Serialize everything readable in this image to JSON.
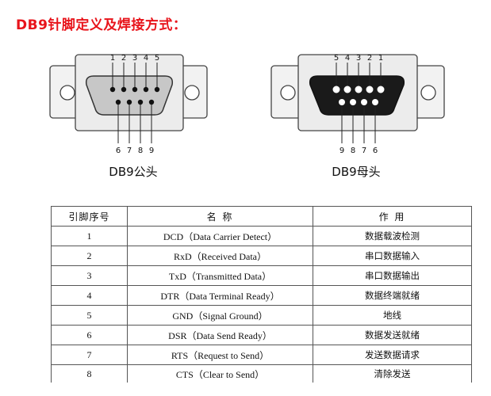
{
  "title": "DB9针脚定义及焊接方式：",
  "male": {
    "caption": "DB9公头",
    "top_pins": [
      "1",
      "2",
      "3",
      "4",
      "5"
    ],
    "bottom_pins": [
      "6",
      "7",
      "8",
      "9"
    ]
  },
  "female": {
    "caption": "DB9母头",
    "top_pins": [
      "5",
      "4",
      "3",
      "2",
      "1"
    ],
    "bottom_pins": [
      "9",
      "8",
      "7",
      "6"
    ]
  },
  "table": {
    "headers": [
      "引脚序号",
      "名 称",
      "作 用"
    ],
    "rows": [
      {
        "pin": "1",
        "name": "DCD（Data Carrier Detect）",
        "use": "数据载波检测"
      },
      {
        "pin": "2",
        "name": "RxD（Received Data）",
        "use": "串口数据输入"
      },
      {
        "pin": "3",
        "name": "TxD（Transmitted Data）",
        "use": "串口数据输出"
      },
      {
        "pin": "4",
        "name": "DTR（Data Terminal Ready）",
        "use": "数据终端就绪"
      },
      {
        "pin": "5",
        "name": "GND（Signal Ground）",
        "use": "地线"
      },
      {
        "pin": "6",
        "name": "DSR（Data Send Ready）",
        "use": "数据发送就绪"
      },
      {
        "pin": "7",
        "name": "RTS（Request to Send）",
        "use": "发送数据请求"
      },
      {
        "pin": "8",
        "name": "CTS（Clear to Send）",
        "use": "清除发送"
      }
    ]
  }
}
